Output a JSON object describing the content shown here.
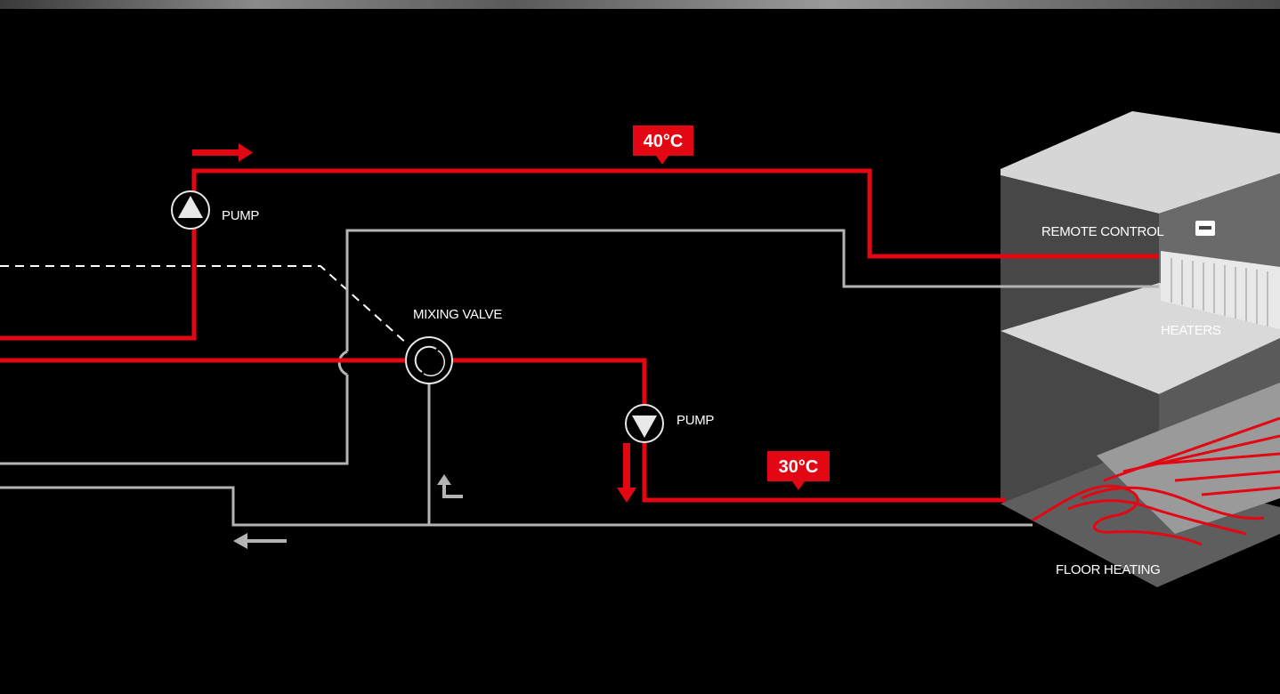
{
  "labels": {
    "pump_top": "PUMP",
    "pump_bottom": "PUMP",
    "mixing_valve": "MIXING VALVE",
    "remote_control": "REMOTE CONTROL",
    "heaters": "HEATERS",
    "floor_heating": "FLOOR HEATING"
  },
  "temperatures": {
    "supply": "40°C",
    "floor": "30°C"
  },
  "colors": {
    "hot_line": "#e30613",
    "return_line": "#b4b4b4",
    "background": "#000000"
  }
}
